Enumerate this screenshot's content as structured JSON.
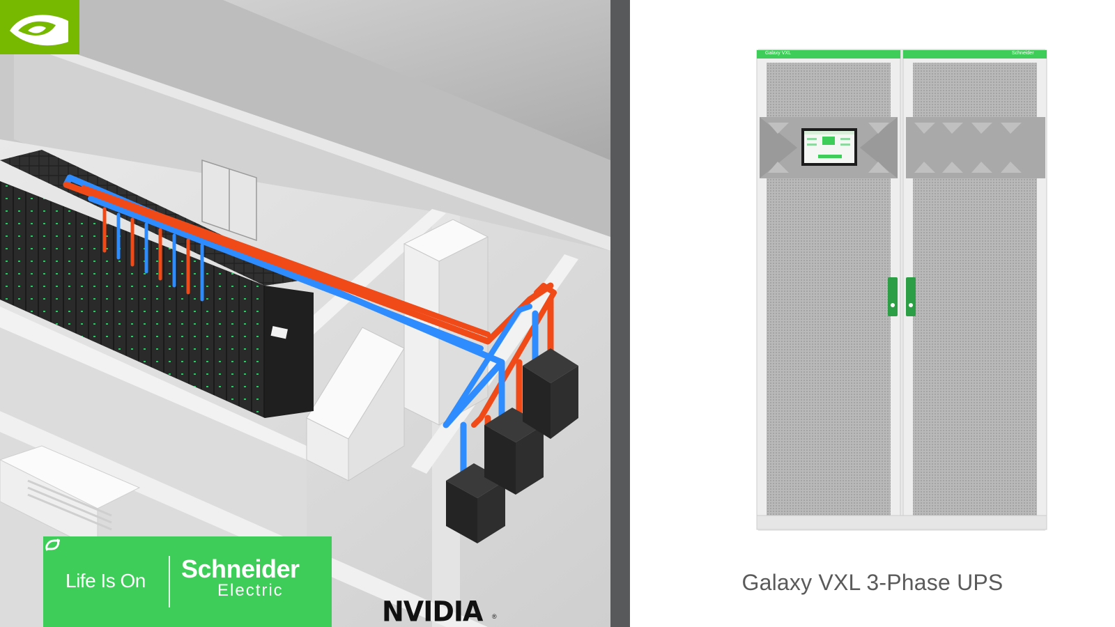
{
  "scene": {
    "illustration": "data-center-liquid-cooling-layout",
    "pipe_colors": {
      "supply": "#2f8cff",
      "return": "#f04a18"
    }
  },
  "logos": {
    "schneider": {
      "tagline": "Life Is On",
      "brand": "Schneider",
      "sub": "Electric",
      "color": "#3dcd58"
    },
    "nvidia": {
      "wordmark": "NVIDIA",
      "tm": "®",
      "color": "#76b900"
    }
  },
  "product": {
    "caption": "Galaxy VXL 3-Phase UPS",
    "cabinet_label": "Galaxy VXL",
    "cabinet_brand": "Schneider",
    "accent": "#3dcd58"
  }
}
